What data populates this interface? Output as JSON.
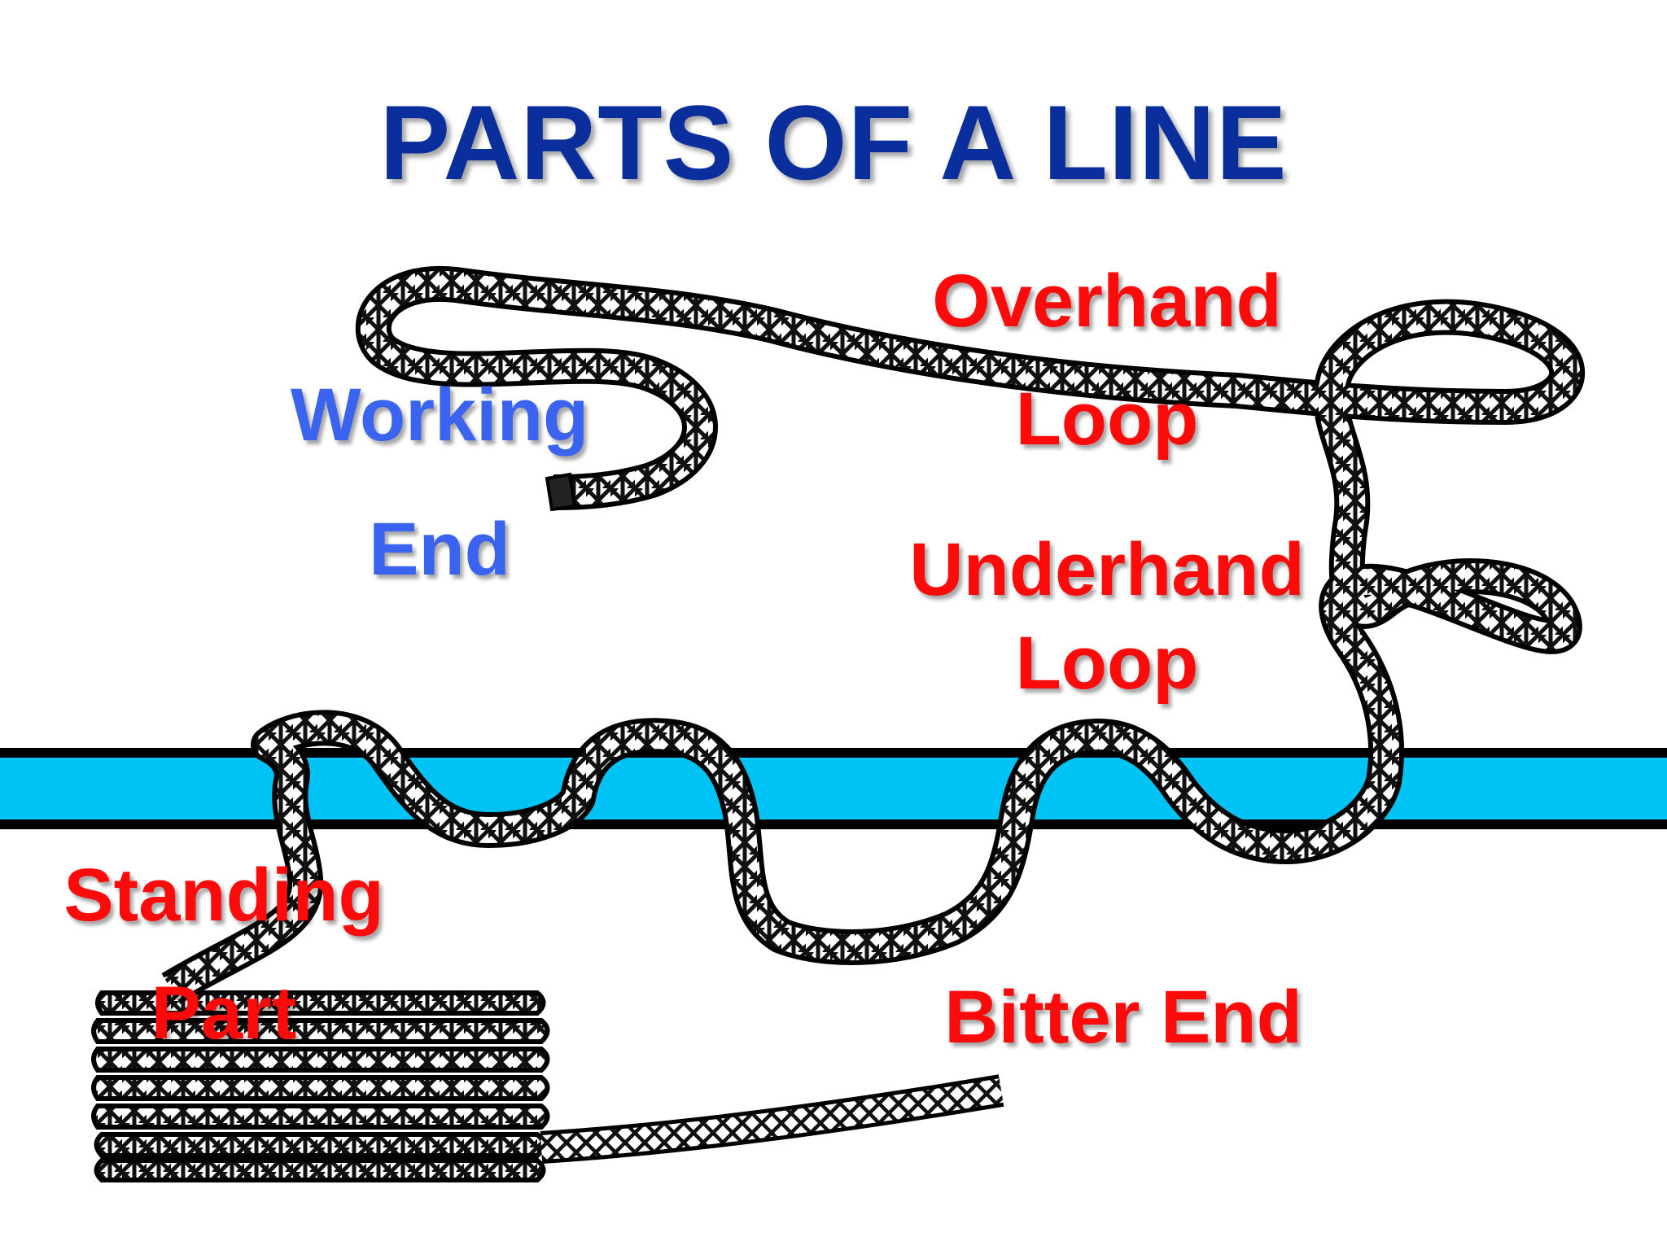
{
  "title": "PARTS OF A LINE",
  "labels": {
    "working": "Working",
    "working_end": "End",
    "overhand": "Overhand",
    "overhand_loop": "Loop",
    "underhand": "Underhand",
    "underhand_loop": "Loop",
    "standing": "Standing",
    "standing_part": "Part",
    "bitter_end": "Bitter End"
  },
  "colors": {
    "title": "#0a2f9c",
    "label_red": "#ff0a0a",
    "label_blue": "#3a63f0",
    "bar": "#00c3f5",
    "rope": "#111111"
  }
}
